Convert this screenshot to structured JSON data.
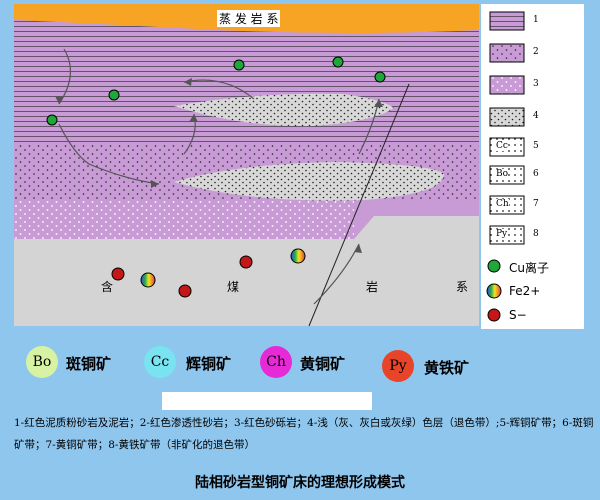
{
  "diagram": {
    "top_formation": "蒸 发 岩 系",
    "coal_formation": [
      "含",
      "煤",
      "岩",
      "系"
    ],
    "legend_numbers": [
      "1",
      "2",
      "3",
      "4",
      "5",
      "6",
      "7",
      "8"
    ],
    "legend_symbols": {
      "s5": "Cc",
      "s6": "Bo",
      "s7": "Ch",
      "s8": "Py"
    },
    "legend_points": [
      {
        "label": "Cu离子",
        "color": "#1fa83a"
      },
      {
        "label": "Fe2+",
        "color": "rainbow"
      },
      {
        "label": "S−",
        "color": "#c41818"
      }
    ]
  },
  "minerals": [
    {
      "symbol": "Bo",
      "name": "斑铜矿",
      "color": "#d6f2a2"
    },
    {
      "symbol": "Cc",
      "name": "辉铜矿",
      "color": "#79e3f2"
    },
    {
      "symbol": "Ch",
      "name": "黄铜矿",
      "color": "#e62bd6"
    },
    {
      "symbol": "Py",
      "name": "黄铁矿",
      "color": "#e8442a"
    }
  ],
  "description": "1-红色泥质粉砂岩及泥岩；2-红色渗透性砂岩；3-红色砂砾岩；4-浅（灰、灰白或灰绿）色层（退色带）;5-辉铜矿带；6-斑铜矿带；7-黄铜矿带；8-黄铁矿带（非矿化的退色带）",
  "caption": "陆相砂岩型铜矿床的理想形成模式"
}
